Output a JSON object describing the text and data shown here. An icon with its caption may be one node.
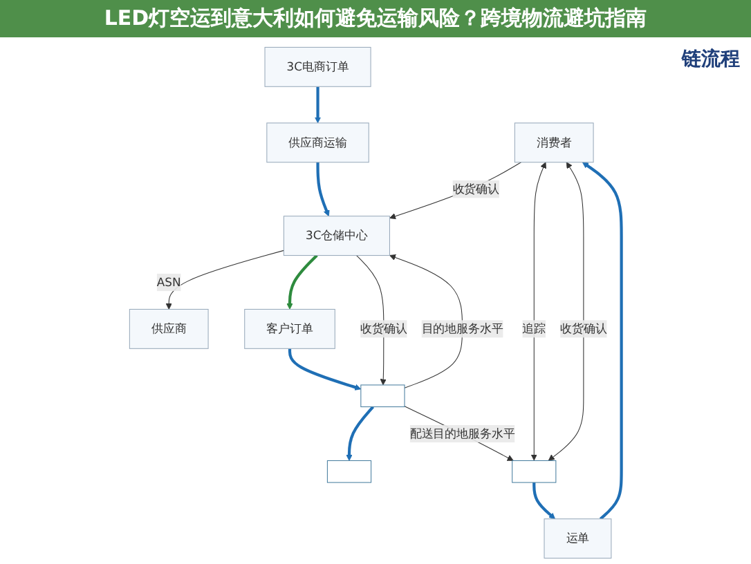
{
  "diagram": {
    "title": "LED灯空运到意大利如何避免运输风险？跨境物流避坑指南",
    "nodes": [
      {
        "text": [
          "供应商"
        ]
      },
      {
        "text": [
          "消费者"
        ]
      },
      {
        "text": [
          "3C电商订单"
        ]
      },
      {
        "text": [
          "供应商运输"
        ]
      },
      {
        "text": [
          "3C仓储中心"
        ]
      },
      {
        "text": [
          "客户订单"
        ]
      },
      {
        "text": [
          "运单"
        ]
      },
      {
        "text": [],
        "shape": "box"
      },
      {
        "text": [],
        "shape": "box"
      },
      {
        "text": [],
        "shape": "box"
      }
    ],
    "edges": [
      {
        "from": 2,
        "to": 3,
        "arrow": "to",
        "style": "thick",
        "color": "#1f6fb5"
      },
      {
        "from": 3,
        "to": 4,
        "arrow": "to",
        "style": "thick",
        "color": "#1f6fb5"
      },
      {
        "from": 4,
        "to": 0,
        "arrow": "to",
        "label": "ASN"
      },
      {
        "from": 1,
        "to": 4,
        "arrow": "to",
        "label": "收货确认"
      },
      {
        "from": 4,
        "to": 5,
        "arrow": "to",
        "style": "thick",
        "color": "#2e8b3e"
      },
      {
        "from": 5,
        "to": 7,
        "arrow": "to",
        "style": "thick",
        "color": "#1f6fb5"
      },
      {
        "from": 7,
        "to": 4,
        "arrow": "to",
        "label": "目的地服务水平"
      },
      {
        "from": 4,
        "to": 7,
        "arrow": "to",
        "label": "收货确认"
      },
      {
        "from": 7,
        "to": 8,
        "arrow": "to",
        "style": "thick",
        "color": "#1f6fb5"
      },
      {
        "from": 7,
        "to": 9,
        "arrow": "to",
        "label": "配送目的地服务水平"
      },
      {
        "from": 9,
        "to": 6,
        "arrow": "to",
        "style": "thick",
        "color": "#1f6fb5"
      },
      {
        "from": 6,
        "to": 1,
        "arrow": "to",
        "style": "thick",
        "color": "#1f6fb5"
      },
      {
        "from": 9,
        "to": 1,
        "arrow": "both",
        "label": "追踪"
      },
      {
        "from": 9,
        "to": 1,
        "arrow": "both",
        "label": "收货确认"
      }
    ],
    "labels": [
      "链流程"
    ]
  }
}
